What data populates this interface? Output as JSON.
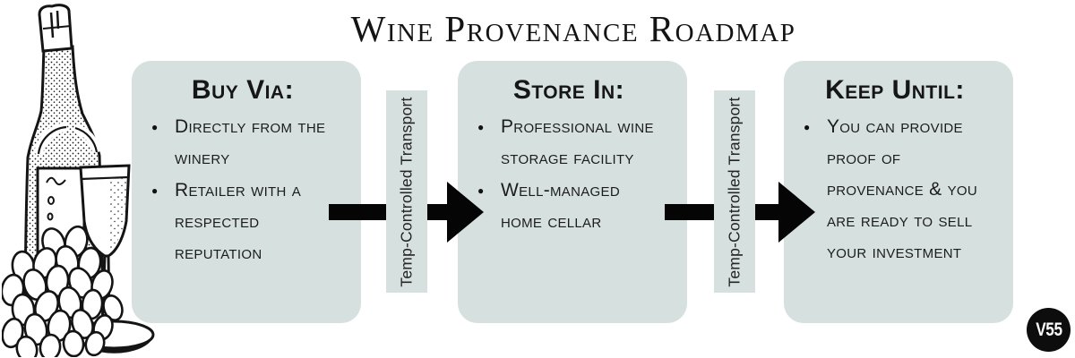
{
  "title": "Wine Provenance Roadmap",
  "stages": [
    {
      "heading": "Buy Via:",
      "items": [
        "Directly from the winery",
        "Retailer with a respected reputation"
      ]
    },
    {
      "heading": "Store In:",
      "items": [
        "Professional wine storage facility",
        "Well-managed home cellar"
      ]
    },
    {
      "heading": "Keep Until:",
      "items": [
        "You can provide proof of provenance & you are ready to sell your investment"
      ]
    }
  ],
  "connectors": [
    {
      "label": "Temp-Controlled Transport"
    },
    {
      "label": "Temp-Controlled Transport"
    }
  ],
  "badge": "V55",
  "icons": {
    "illustration": "wine-bottle-glass-grapes"
  },
  "colors": {
    "canvas_bg": "#ffffff",
    "panel_bg": "#d6e0df",
    "arrow": "#050505",
    "text": "#1c1c1c",
    "badge_bg": "#0d0d0d",
    "badge_text": "#ffffff"
  }
}
